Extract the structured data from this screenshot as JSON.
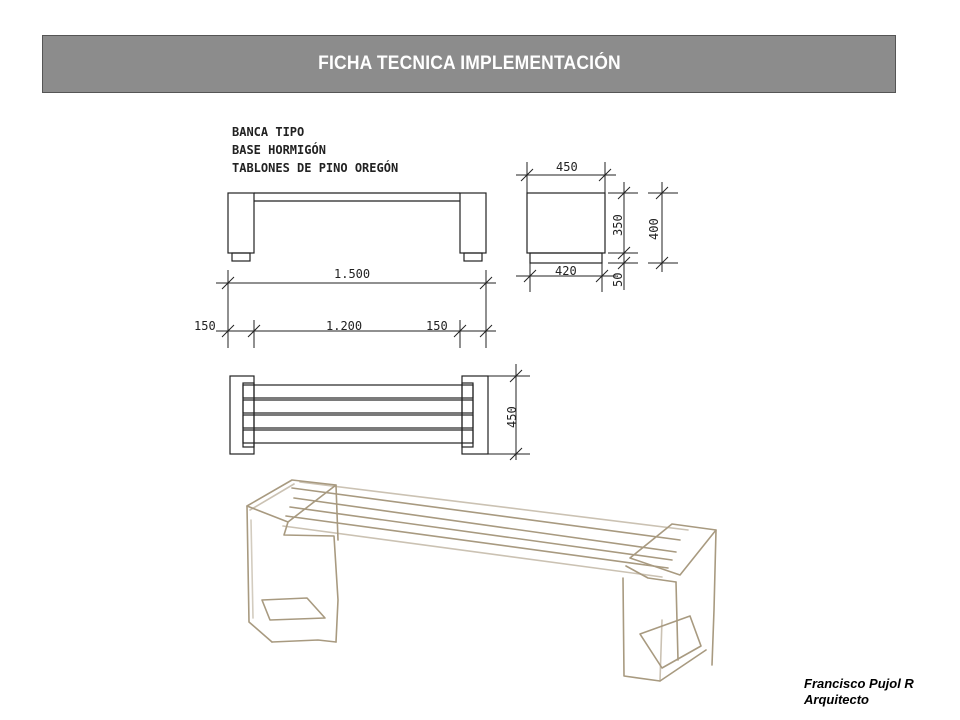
{
  "header": {
    "title": "FICHA TECNICA IMPLEMENTACIÓN"
  },
  "notes": {
    "line1": "BANCA TIPO",
    "line2": "BASE HORMIGÓN",
    "line3": "TABLONES DE PINO OREGÓN"
  },
  "dimensions": {
    "front_total": "1.500",
    "front_left": "150",
    "front_middle": "1.200",
    "front_right": "150",
    "side_top": "450",
    "side_bottom": "420",
    "side_height_seat": "350",
    "side_height_total": "400",
    "side_plinth": "50",
    "plan_depth": "450"
  },
  "author": {
    "name": "Francisco Pujol R",
    "role": "Arquitecto"
  },
  "colors": {
    "banner": "#8c8c8c",
    "sketch": "#a89a80"
  }
}
